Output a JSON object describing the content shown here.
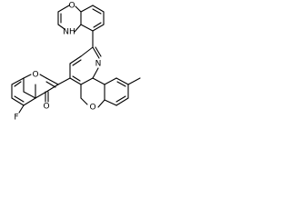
{
  "molecule": {
    "labels": {
      "oxazine_o": "O",
      "oxazine_nh": "NH",
      "quinoline_n": "N",
      "pyran_o": "O",
      "chromone_ring_o": "O",
      "carbonyl_o": "O",
      "fluorine": "F"
    },
    "colors": {
      "ink": "#000000",
      "background": "#ffffff"
    }
  }
}
